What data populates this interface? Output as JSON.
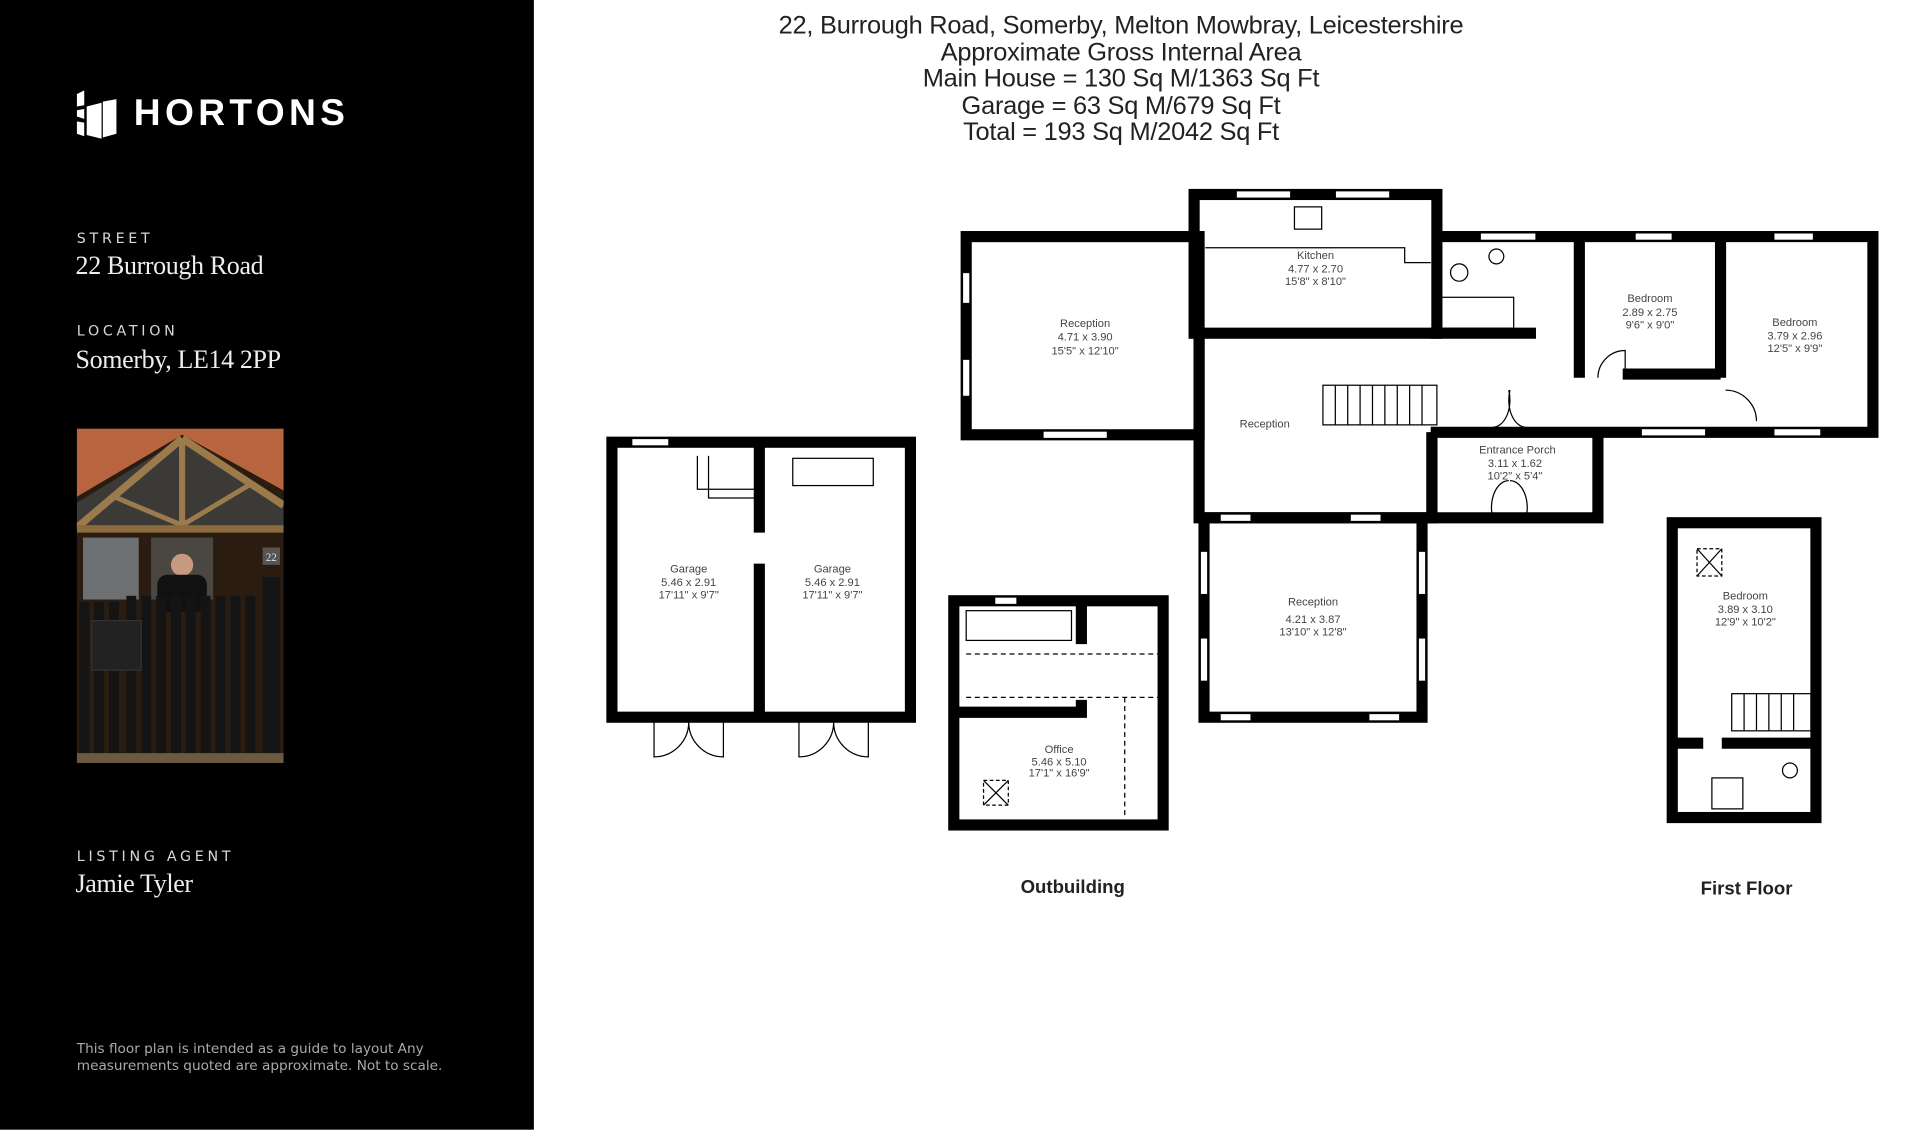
{
  "brand": {
    "name": "HORTONS"
  },
  "sidebar": {
    "street_label": "STREET",
    "street": "22 Burrough Road",
    "location_label": "LOCATION",
    "location": "Somerby, LE14 2PP",
    "agent_label": "LISTING AGENT",
    "agent": "Jamie Tyler",
    "photo_house_number": "22",
    "disclaimer": "This floor plan is intended  as a guide to layout Any measurements quoted are approximate. Not to scale."
  },
  "header": {
    "address": "22, Burrough Road, Somerby, Melton Mowbray, Leicestershire",
    "area_title": "Approximate Gross Internal Area",
    "main_house": "Main House = 130 Sq M/1363 Sq Ft",
    "garage": "Garage = 63 Sq M/679 Sq Ft",
    "total": "Total = 193 Sq M/2042 Sq Ft"
  },
  "rooms": [
    {
      "name": "Reception",
      "metric": "4.71 x 3.90",
      "imperial": "15'5\" x 12'10\""
    },
    {
      "name": "Kitchen",
      "metric": "4.77 x 2.70",
      "imperial": "15'8\" x 8'10\""
    },
    {
      "name": "Bedroom",
      "metric": "2.89 x 2.75",
      "imperial": "9'6\" x 9'0\""
    },
    {
      "name": "Bedroom",
      "metric": "3.79 x 2.96",
      "imperial": "12'5\" x 9'9\""
    },
    {
      "name": "Reception"
    },
    {
      "name": "Entrance Porch",
      "metric": "3.11 x 1.62",
      "imperial": "10'2\" x 5'4\""
    },
    {
      "name": "Reception",
      "metric": "4.21 x 3.87",
      "imperial": "13'10\" x 12'8\""
    },
    {
      "name": "Garage",
      "metric": "5.46 x 2.91",
      "imperial": "17'11\" x 9'7\""
    },
    {
      "name": "Garage",
      "metric": "5.46 x 2.91",
      "imperial": "17'11\" x 9'7\""
    },
    {
      "name": "Office",
      "metric": "5.46 x 5.10",
      "imperial": "17'1\" x 16'9\""
    },
    {
      "name": "Bedroom",
      "metric": "3.89 x 3.10",
      "imperial": "12'9\" x 10'2\""
    }
  ],
  "floor_labels": {
    "outbuilding": "Outbuilding",
    "first_floor": "First Floor"
  }
}
